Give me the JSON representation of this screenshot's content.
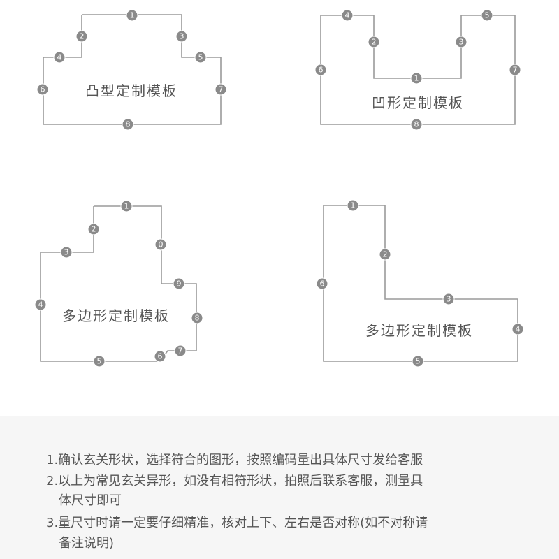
{
  "shapes": [
    {
      "label": "凸型定制模板",
      "badges": [
        "1",
        "2",
        "3",
        "4",
        "5",
        "6",
        "7",
        "8"
      ]
    },
    {
      "label": "凹形定制模板",
      "badges": [
        "4",
        "2",
        "1",
        "3",
        "5",
        "6",
        "7",
        "8"
      ]
    },
    {
      "label": "多边形定制模板",
      "badges": [
        "1",
        "2",
        "3",
        "0",
        "9",
        "4",
        "8",
        "7",
        "6",
        "5"
      ]
    },
    {
      "label": "多边形定制模板",
      "badges": [
        "1",
        "2",
        "6",
        "3",
        "4",
        "5"
      ]
    }
  ],
  "notes": [
    "1.确认玄关形状，选择符合的图形，按照编码量出具体尺寸发给客服",
    "2.以上为常见玄关异形，如没有相符形状，拍照后联系客服，测量具",
    "体尺寸即可",
    "3.量尺寸时请一定要仔细精准，核对上下、左右是否对称(如不对称请",
    "备注说明)"
  ]
}
